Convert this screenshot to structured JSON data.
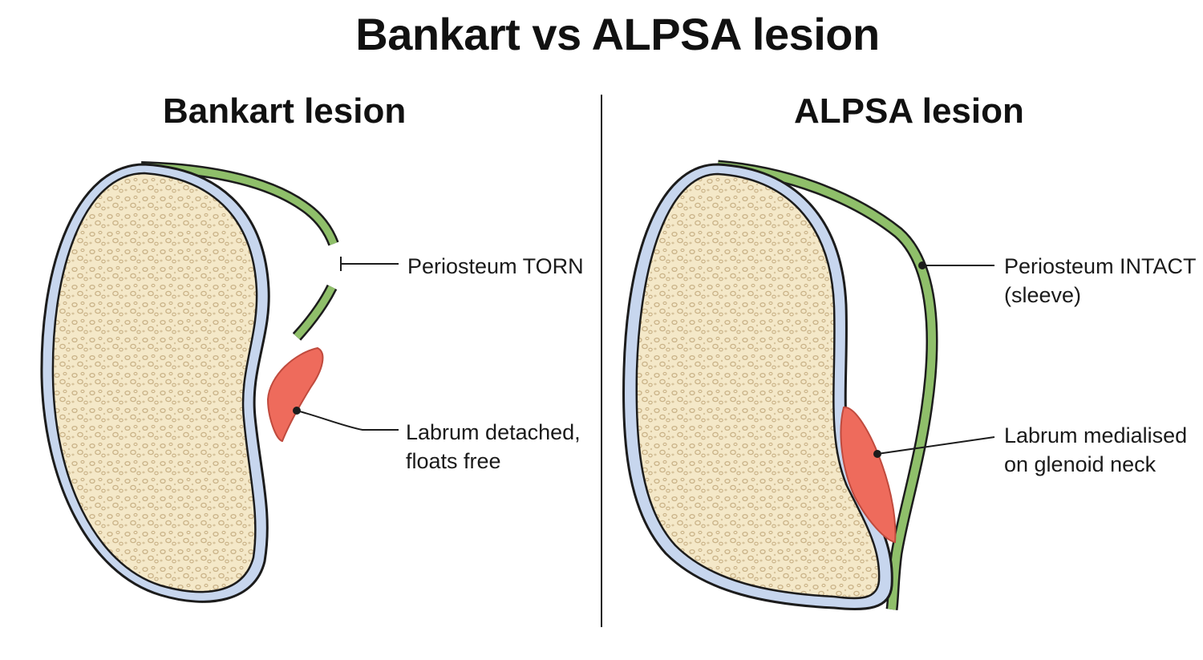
{
  "title": "Bankart vs ALPSA lesion",
  "panels": [
    {
      "heading": "Bankart lesion",
      "labels": [
        {
          "lines": [
            "Periosteum TORN"
          ]
        },
        {
          "lines": [
            "Labrum detached,",
            "floats free"
          ]
        }
      ]
    },
    {
      "heading": "ALPSA lesion",
      "labels": [
        {
          "lines": [
            "Periosteum INTACT",
            "(sleeve)"
          ]
        },
        {
          "lines": [
            "Labrum medialised",
            "on glenoid neck"
          ]
        }
      ]
    }
  ],
  "colors": {
    "bone_fill": "#f4e8c8",
    "bone_speckle": "#c9b287",
    "cartilage": "#c7d6ee",
    "periosteum": "#8fbf6a",
    "labrum": "#ee6b5c",
    "outline": "#1c1c1c"
  }
}
